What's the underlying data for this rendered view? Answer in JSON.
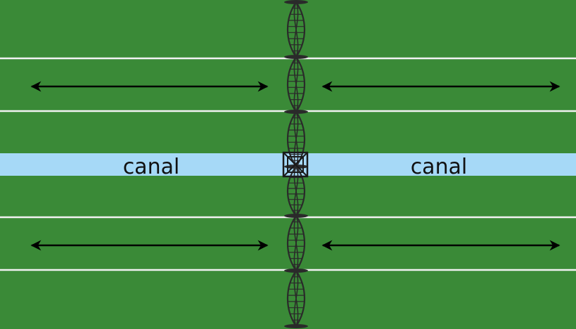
{
  "colors": {
    "field": "#3a8a37",
    "field_line": "#f2f2f2",
    "canal": "#a6d9f7",
    "arrow": "#000000",
    "post": "#2a2a2a"
  },
  "canal": {
    "left_label": "canal",
    "right_label": "canal"
  },
  "arrows": [
    {
      "side": "left",
      "direction": "double"
    },
    {
      "side": "right",
      "direction": "double"
    },
    {
      "side": "left",
      "direction": "double"
    },
    {
      "side": "right",
      "direction": "double"
    }
  ],
  "icons": {
    "post_chain": "twisted-rope-post-icon",
    "crossing": "crossed-box-icon"
  }
}
